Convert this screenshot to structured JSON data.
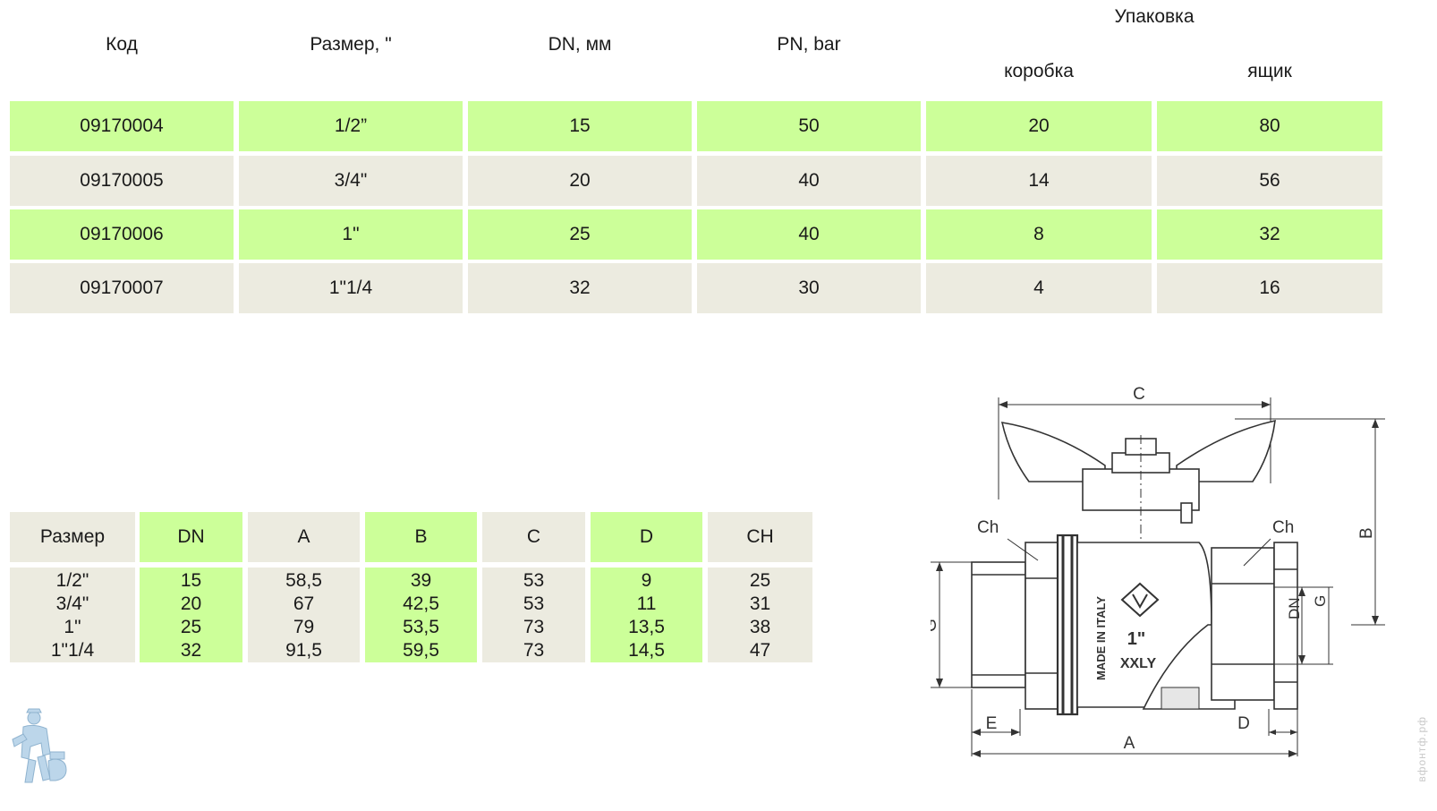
{
  "spec_table": {
    "headers": {
      "code": "Код",
      "size": "Размер, \"",
      "dn": "DN, мм",
      "pn": "PN, bar",
      "packaging": "Упаковка",
      "box": "коробка",
      "crate": "ящик"
    },
    "rows": [
      [
        "09170004",
        "1/2”",
        "15",
        "50",
        "20",
        "80"
      ],
      [
        "09170005",
        "3/4\"",
        "20",
        "40",
        "14",
        "56"
      ],
      [
        "09170006",
        "1\"",
        "25",
        "40",
        "8",
        "32"
      ],
      [
        "09170007",
        "1\"1/4",
        "32",
        "30",
        "4",
        "16"
      ]
    ]
  },
  "dim_table": {
    "headers": [
      "Размер",
      "DN",
      "A",
      "B",
      "C",
      "D",
      "CH"
    ],
    "columns": [
      [
        "1/2\"",
        "3/4\"",
        "1\"",
        "1\"1/4"
      ],
      [
        "15",
        "20",
        "25",
        "32"
      ],
      [
        "58,5",
        "67",
        "79",
        "91,5"
      ],
      [
        "39",
        "42,5",
        "53,5",
        "59,5"
      ],
      [
        "53",
        "53",
        "73",
        "73"
      ],
      [
        "9",
        "11",
        "13,5",
        "14,5"
      ],
      [
        "25",
        "31",
        "38",
        "47"
      ]
    ]
  },
  "drawing": {
    "labels": {
      "c": "C",
      "b": "B",
      "a": "A",
      "e": "E",
      "d": "D",
      "g_left": "G",
      "g_right": "G",
      "dn": "DN",
      "ch_left": "Ch",
      "ch_right": "Ch",
      "made_in": "MADE IN ITALY",
      "size_mark": "1\"",
      "model_mark": "XXLY"
    }
  },
  "watermark": "вфонтф.рф"
}
